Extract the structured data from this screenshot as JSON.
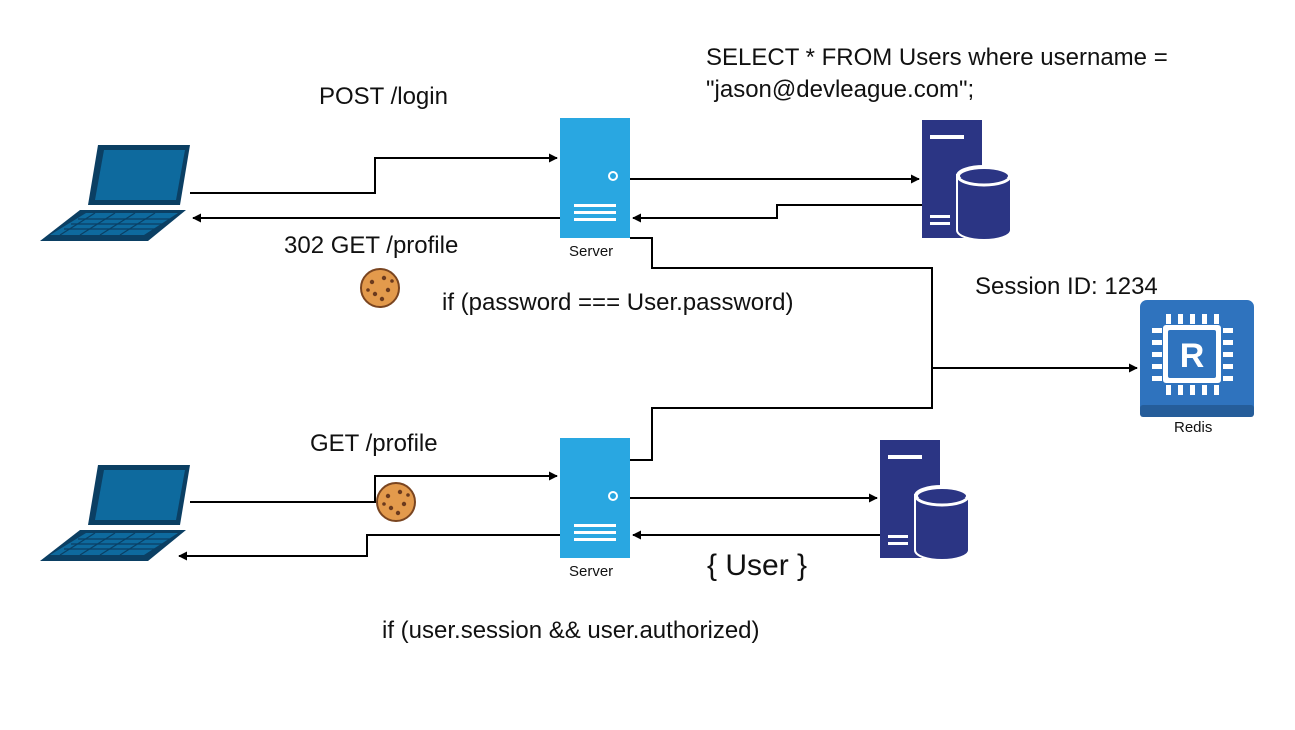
{
  "labels": {
    "post_login": "POST /login",
    "redirect": "302 GET /profile",
    "sql_line1": "SELECT * FROM Users where username =",
    "sql_line2": "\"jason@devleague.com\";",
    "password_check": "if (password === User.password)",
    "session_id": "Session ID: 1234",
    "get_profile": "GET /profile",
    "user_result": "{ User }",
    "auth_check": "if (user.session  && user.authorized)",
    "server_top": "Server",
    "server_bottom": "Server",
    "redis": "Redis",
    "redis_letter": "R"
  },
  "colors": {
    "laptop": "#0e6a9e",
    "laptop_dark": "#0b3f63",
    "server": "#29a7e1",
    "database": "#2b3584",
    "redis": "#2f73be",
    "cookie": "#e39a4c",
    "cookie_chip": "#6b3a1e",
    "line": "#000000"
  },
  "icons": [
    "laptop-icon",
    "server-icon",
    "database-icon",
    "redis-icon",
    "cookie-icon"
  ]
}
